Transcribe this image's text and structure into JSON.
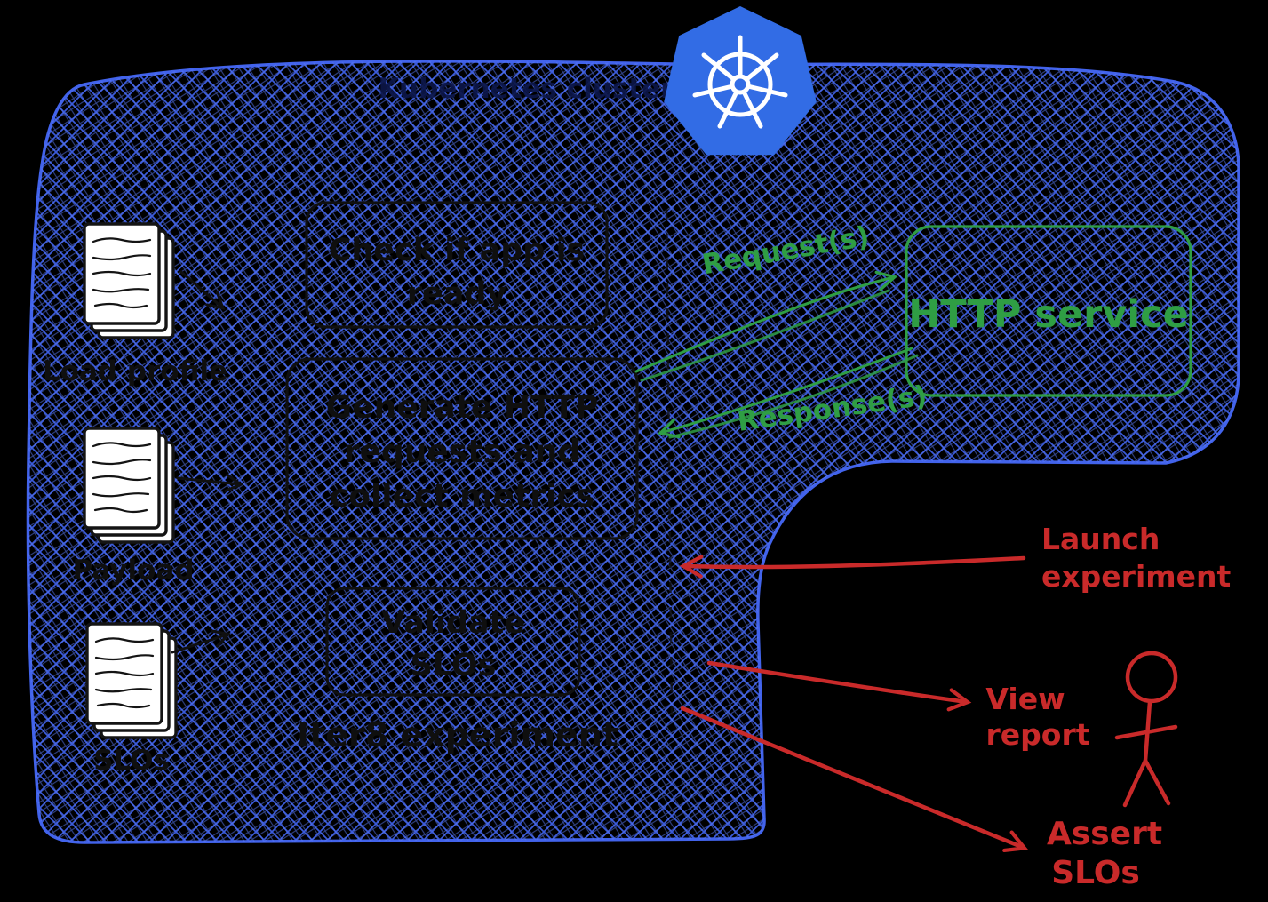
{
  "cluster": {
    "label": "Kubernetes cluster",
    "icon": "kubernetes-helm-wheel-icon"
  },
  "inputs": [
    {
      "label": "Load profile",
      "icon": "document-stack-icon"
    },
    {
      "label": "Payload",
      "icon": "document-stack-icon"
    },
    {
      "label": "SLOs",
      "icon": "document-stack-icon"
    }
  ],
  "steps": {
    "check": {
      "line1": "Check if app is",
      "line2": "ready"
    },
    "generate": {
      "line1": "Generate HTTP",
      "line2": "requests and",
      "line3": "collect metrics"
    },
    "validate": {
      "line1": "Validate",
      "line2": "SLOs"
    },
    "experiment_label": "Iter8 experiment"
  },
  "service": {
    "label": "HTTP service"
  },
  "flows": {
    "request": "Request(s)",
    "response": "Response(s)"
  },
  "actions": {
    "launch": {
      "line1": "Launch",
      "line2": "experiment"
    },
    "view": {
      "line1": "View",
      "line2": "report"
    },
    "assert": {
      "line1": "Assert",
      "line2": "SLOs"
    }
  },
  "figures": {
    "user": "stick-figure-icon"
  },
  "colors": {
    "cluster_blue": "#3b5bdb",
    "cluster_blue_light": "#5c7cfa",
    "kubernetes_blue": "#326ce5",
    "service_green": "#2f9e44",
    "action_red": "#c92a2a",
    "ink_black": "#101010",
    "background": "#000000",
    "paper_white": "#ffffff"
  }
}
